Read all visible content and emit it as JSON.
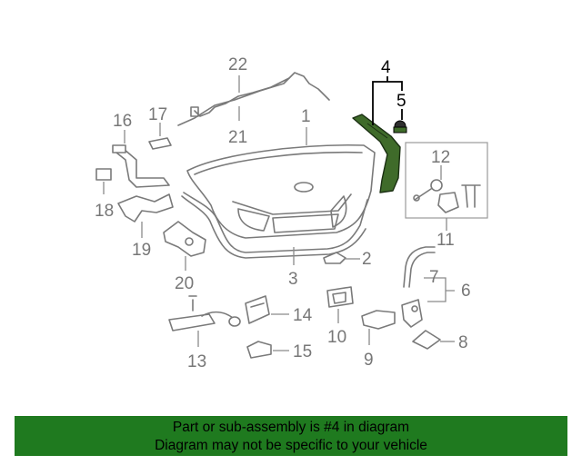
{
  "callouts": {
    "c1": "1",
    "c2": "2",
    "c3": "3",
    "c4": "4",
    "c5": "5",
    "c6": "6",
    "c7": "7",
    "c8": "8",
    "c9": "9",
    "c10": "10",
    "c11": "11",
    "c12": "12",
    "c13": "13",
    "c14": "14",
    "c15": "15",
    "c16": "16",
    "c17": "17",
    "c18": "18",
    "c19": "19",
    "c20": "20",
    "c21": "21",
    "c22": "22"
  },
  "highlight_part": "4",
  "colors": {
    "highlight_fill": "#3f6b2a",
    "banner_bg": "#1f7a1f",
    "line_art": "#7a7a7a"
  },
  "notice": {
    "line1": "Part or sub-assembly is #4 in diagram",
    "line2": "Diagram may not be specific to your vehicle"
  }
}
